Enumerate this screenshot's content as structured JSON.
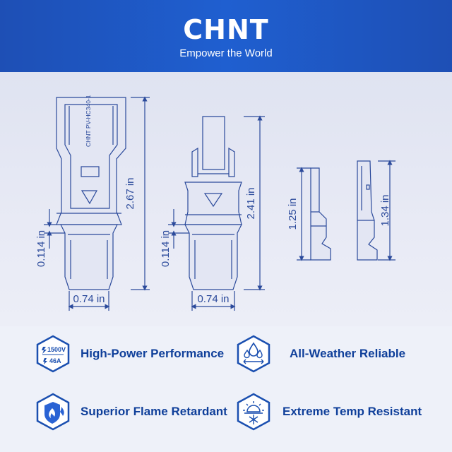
{
  "brand": {
    "logo_text": "CHNT",
    "tagline": "Empower the World"
  },
  "product_marking": "CHNT PV-HC340-1",
  "dimensions": {
    "left_connector": {
      "height": "2.67 in",
      "width": "0.74 in",
      "step": "0.114 in"
    },
    "right_connector": {
      "height": "2.41 in",
      "width": "0.74 in",
      "step": "0.114 in"
    },
    "contact_pin_1": "1.25 in",
    "contact_pin_2": "1.34 in"
  },
  "features": [
    {
      "label": "High-Power Performance",
      "icon": "voltage-current-icon",
      "voltage": "1500V",
      "current": "46A"
    },
    {
      "label": "All-Weather Reliable",
      "icon": "weather-drops-icon"
    },
    {
      "label": "Superior Flame Retardant",
      "icon": "flame-shield-icon"
    },
    {
      "label": "Extreme Temp Resistant",
      "icon": "sun-snowflake-icon"
    }
  ],
  "colors": {
    "header": "#1f5fd0",
    "accent": "#0f3f9a",
    "drawing": "#2b4a9b"
  }
}
